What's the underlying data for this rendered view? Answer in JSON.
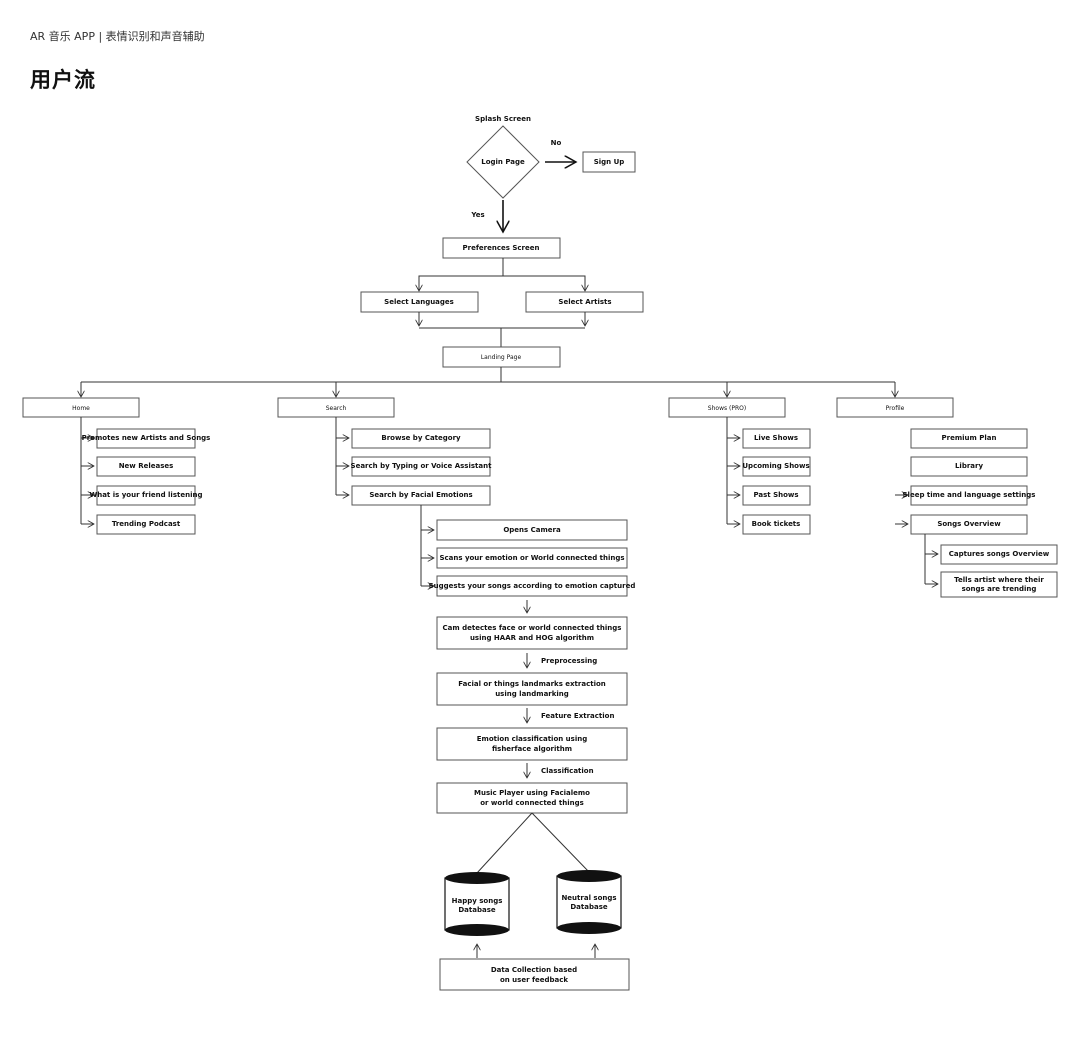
{
  "header": {
    "text": "AR 音乐 APP | 表情识别和声音辅助"
  },
  "title": "用户流",
  "nodes": {
    "splash": "Splash Screen",
    "login": "Login Page",
    "no": "No",
    "signup": "Sign Up",
    "yes": "Yes",
    "preferences": "Preferences Screen",
    "select_languages": "Select Languages",
    "select_artists": "Select Artists",
    "landing": "Landing Page",
    "home": "Home",
    "search": "Search",
    "shows": "Shows  (PRO)",
    "profile": "Profile",
    "home_items": [
      "Promotes new Artists and Songs",
      "New Releases",
      "What is your friend listening",
      "Trending Podcast"
    ],
    "search_items": [
      "Browse by Category",
      "Search by Typing or Voice Assistant",
      "Search by Facial Emotions"
    ],
    "emotion_items": [
      "Opens Camera",
      "Scans your emotion or World connected things",
      "Suggests your songs according to emotion captured"
    ],
    "shows_items": [
      "Live Shows",
      "Upcoming Shows",
      "Past Shows",
      "Book tickets"
    ],
    "profile_items": [
      "Premium Plan",
      "Library",
      "Sleep time and language settings",
      "Songs Overview"
    ],
    "overview_items": [
      "Captures songs Overview",
      "Tells artist where their",
      "songs are trending"
    ],
    "detect": [
      "Cam detectes face or world connected things",
      "using HAAR and HOG algorithm"
    ],
    "preprocessing": "Preprocessing",
    "landmarks": [
      "Facial or things landmarks extraction",
      "using landmarking"
    ],
    "feature_extraction": "Feature Extraction",
    "emotion_class": [
      "Emotion classification using",
      "fisherface algorithm"
    ],
    "classification": "Classification",
    "player": [
      "Music Player using Facialemo",
      "or world connected things"
    ],
    "happy_db": [
      "Happy songs",
      "Database"
    ],
    "neutral_db": [
      "Neutral songs",
      "Database"
    ],
    "data_collection": [
      "Data Collection based",
      "on user feedback"
    ]
  }
}
